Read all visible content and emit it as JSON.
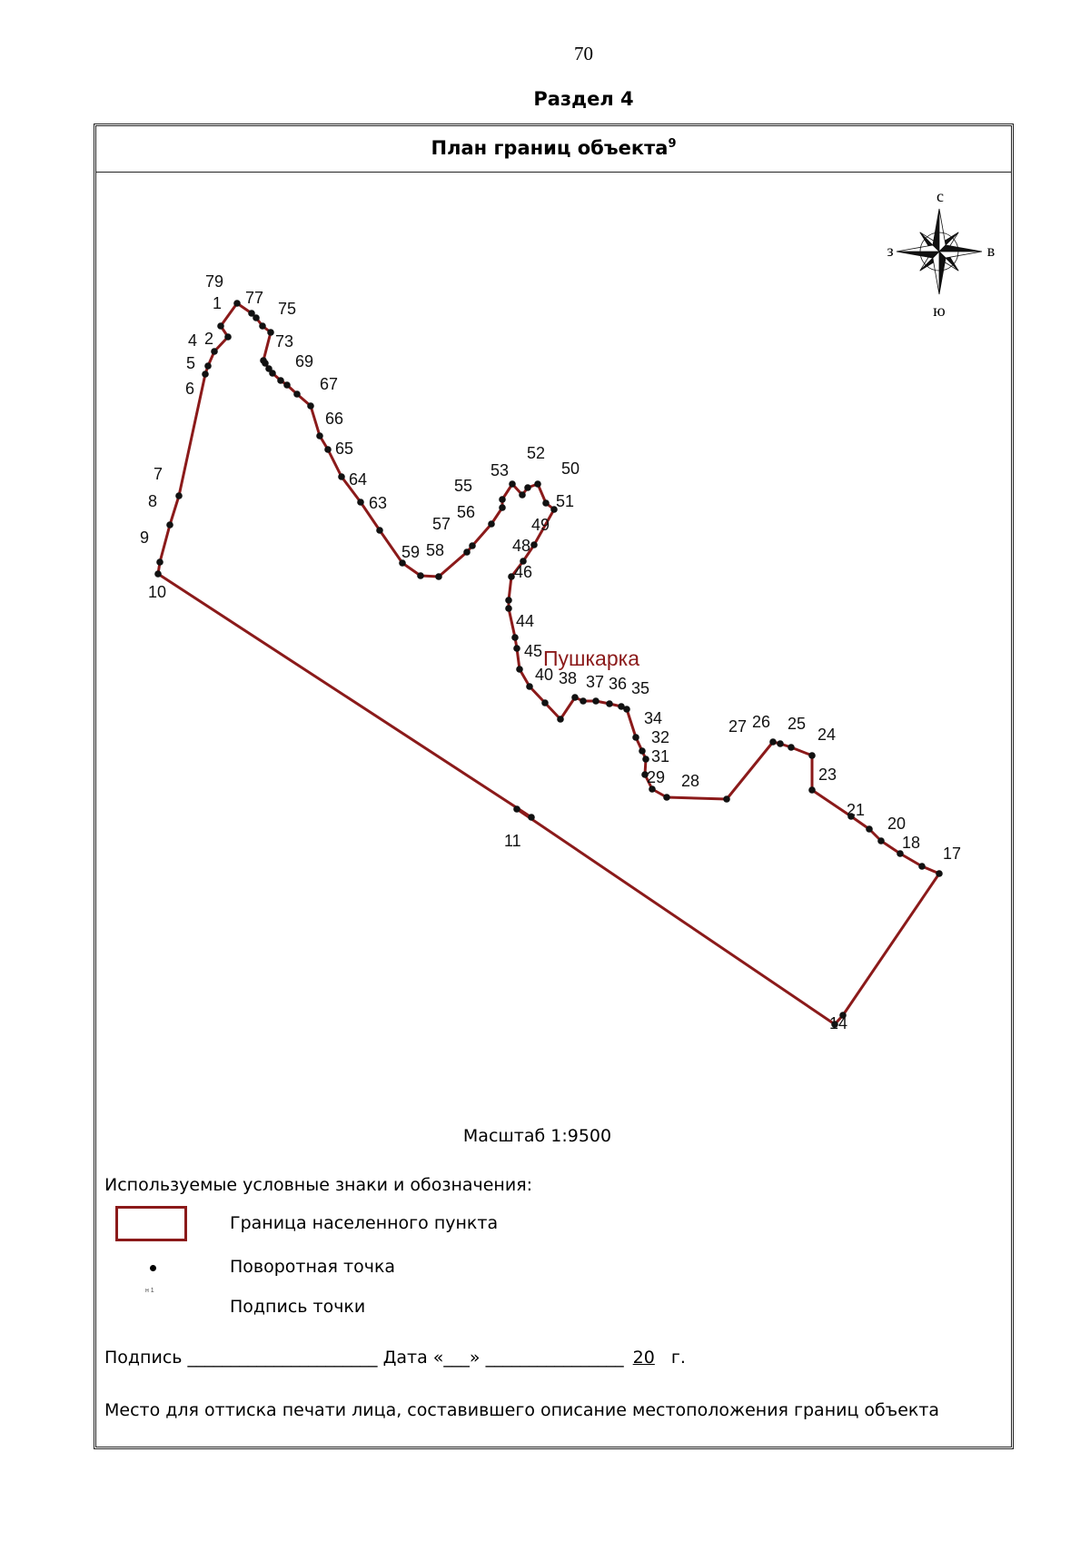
{
  "page_number": "70",
  "section_title": "Раздел 4",
  "plan_title": "План границ объекта",
  "plan_title_footnote": "9",
  "compass": {
    "north": "с",
    "south": "ю",
    "west": "з",
    "east": "в"
  },
  "map": {
    "boundary_color": "#8b1a1a",
    "settlement_label": "Пушкарка",
    "points": [
      "79",
      "1",
      "77",
      "75",
      "73",
      "4",
      "2",
      "5",
      "6",
      "69",
      "67",
      "66",
      "65",
      "64",
      "63",
      "7",
      "8",
      "9",
      "10",
      "53",
      "52",
      "50",
      "51",
      "55",
      "56",
      "57",
      "58",
      "59",
      "49",
      "48",
      "46",
      "44",
      "45",
      "40",
      "38",
      "37",
      "36",
      "35",
      "34",
      "32",
      "31",
      "29",
      "28",
      "27",
      "26",
      "25",
      "24",
      "23",
      "21",
      "20",
      "18",
      "17",
      "11",
      "14"
    ]
  },
  "scale_text": "Масштаб 1:9500",
  "legend": {
    "heading": "Используемые условные знаки и обозначения:",
    "boundary_label": "Граница населенного пункта",
    "turning_point_label": "Поворотная точка",
    "point_label_sample": "н 1",
    "point_label_label": "Подпись точки"
  },
  "signature": {
    "signature_label": "Подпись",
    "date_label": "Дата «___»",
    "year_prefix": "20",
    "year_suffix": "г."
  },
  "stamp_text": "Место для оттиска печати лица, составившего описание местоположения границ объекта"
}
